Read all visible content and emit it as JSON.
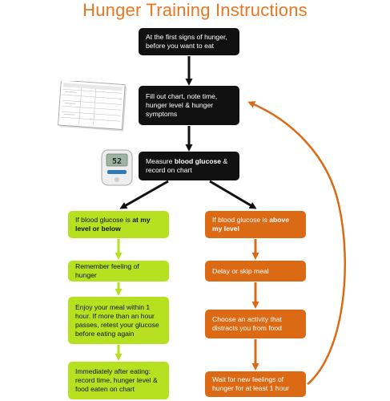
{
  "title": "Hunger Training Instructions",
  "colors": {
    "title": "#e87722",
    "dark_box": "#111111",
    "green_box": "#b6e121",
    "orange_box": "#dc6a15",
    "green_arrow": "#b6e121",
    "orange_arrow": "#dc6a15"
  },
  "steps": {
    "first_signs": "At the first signs of hunger, before you want to eat",
    "fill_chart": "Fill out chart, note time, hunger level & hunger symptoms",
    "measure_prefix": "Measure ",
    "measure_bold": "blood glucose",
    "measure_suffix": " & record on chart"
  },
  "left_branch": {
    "condition_prefix": "If blood glucose is ",
    "condition_bold": "at my level or below",
    "remember": "Remember feeling of hunger",
    "enjoy": "Enjoy your meal within 1 hour. If more than an hour passes, retest your glucose before eating again",
    "after_eating": "Immediately after eating: record time, hunger level & food eaten on chart"
  },
  "right_branch": {
    "condition_prefix": "If blood glucose is ",
    "condition_bold": "above my level",
    "delay": "Delay or skip meal",
    "activity": "Choose an activity that distracts you from food",
    "wait": "Wait for new feelings of hunger for at least 1 hour"
  },
  "meter": {
    "display_value": "52"
  },
  "icons": {
    "chart": "hunger-chart-sheet",
    "meter": "glucose-meter"
  }
}
